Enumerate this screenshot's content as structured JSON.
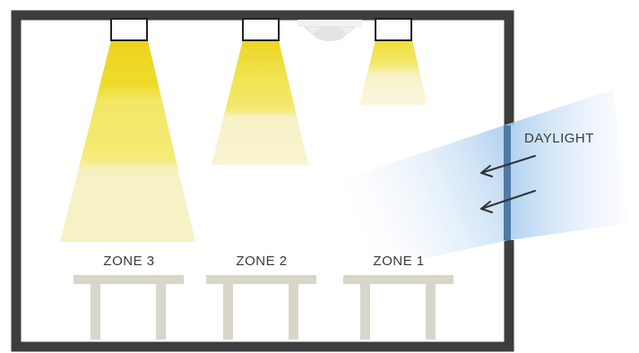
{
  "zones": [
    {
      "label": "ZONE 3"
    },
    {
      "label": "ZONE 2"
    },
    {
      "label": "ZONE 1"
    }
  ],
  "daylight": {
    "label": "DAYLIGHT"
  },
  "colors": {
    "wall": "#3d3d3d",
    "light_strong": "#ecd41e",
    "light_mid": "#f3e864",
    "light_soft": "#f7f2c6",
    "table": "#d7d6c9",
    "window": "#4f7aa6",
    "daylight_blue": "#a8cdee"
  },
  "icons": [
    "ceiling-light-fixture-icon",
    "ceiling-sensor-icon",
    "arrow-icon"
  ]
}
